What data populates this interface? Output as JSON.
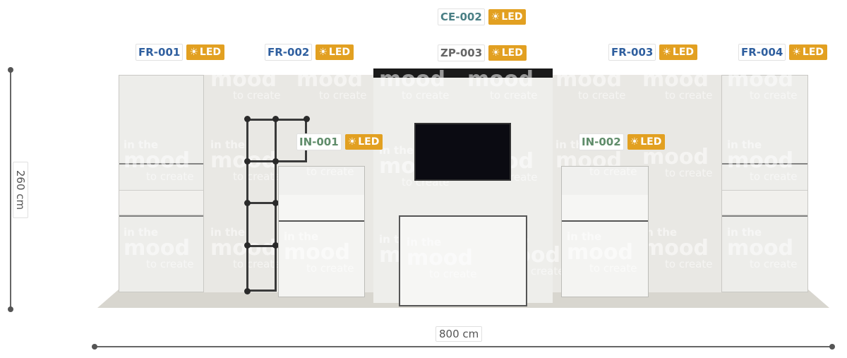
{
  "labels": [
    {
      "code": "CE-002",
      "color": "#4a7f85",
      "led": "LED"
    },
    {
      "code": "FR-001",
      "color": "#2f5f9f",
      "led": "LED"
    },
    {
      "code": "FR-002",
      "color": "#2f5f9f",
      "led": "LED"
    },
    {
      "code": "ZP-003",
      "color": "#666666",
      "led": "LED"
    },
    {
      "code": "FR-003",
      "color": "#2f5f9f",
      "led": "LED"
    },
    {
      "code": "FR-004",
      "color": "#2f5f9f",
      "led": "LED"
    },
    {
      "code": "IN-001",
      "color": "#5f8c6a",
      "led": "LED"
    },
    {
      "code": "IN-002",
      "color": "#5f8c6a",
      "led": "LED"
    }
  ],
  "icons": {
    "led": "sun-icon"
  },
  "watermark": {
    "line1": "in the",
    "line2": "mood",
    "line3": "to create"
  },
  "dimensions": {
    "height": "260 cm",
    "width": "800 cm"
  },
  "colors": {
    "led_badge": "#e2a021",
    "floor": "#d8d6cf",
    "wall": "#e9e8e4",
    "tv": "#0b0b12"
  }
}
